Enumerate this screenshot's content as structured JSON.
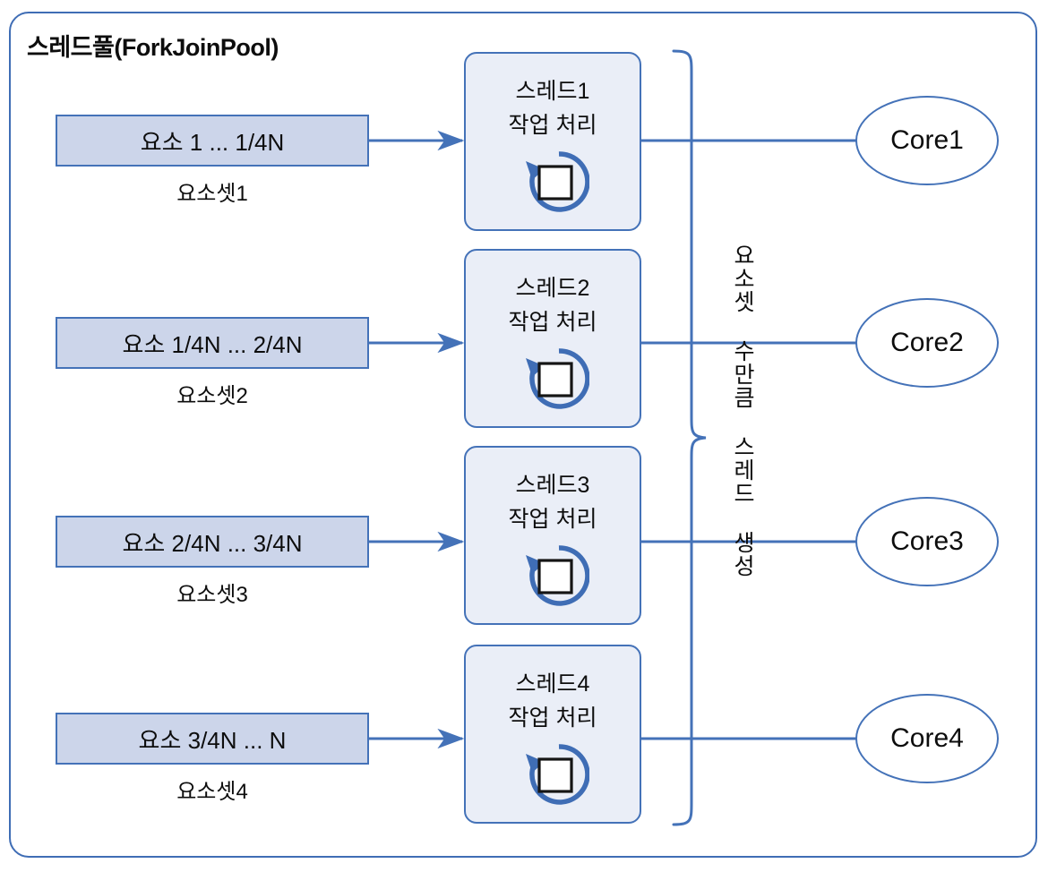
{
  "diagram": {
    "title": "스레드풀(ForkJoinPool)",
    "brace_caption": "요소셋 수만큼 스레드 생성",
    "colors": {
      "frame_border": "#3f6db5",
      "box_border": "#4472b8",
      "element_fill": "#ccd5ea",
      "thread_fill": "#eaeef7",
      "connector": "#4472b8",
      "text": "#0d0d0d"
    },
    "element_sets": [
      {
        "range_label": "요소 1 ... 1/4N",
        "caption": "요소셋1"
      },
      {
        "range_label": "요소 1/4N ... 2/4N",
        "caption": "요소셋2"
      },
      {
        "range_label": "요소 2/4N ... 3/4N",
        "caption": "요소셋3"
      },
      {
        "range_label": "요소 3/4N ... N",
        "caption": "요소셋4"
      }
    ],
    "threads": [
      {
        "name": "스레드1",
        "action": "작업 처리",
        "icon": "processing-loop-icon"
      },
      {
        "name": "스레드2",
        "action": "작업 처리",
        "icon": "processing-loop-icon"
      },
      {
        "name": "스레드3",
        "action": "작업 처리",
        "icon": "processing-loop-icon"
      },
      {
        "name": "스레드4",
        "action": "작업 처리",
        "icon": "processing-loop-icon"
      }
    ],
    "cores": [
      {
        "label": "Core1"
      },
      {
        "label": "Core2"
      },
      {
        "label": "Core3"
      },
      {
        "label": "Core4"
      }
    ]
  }
}
